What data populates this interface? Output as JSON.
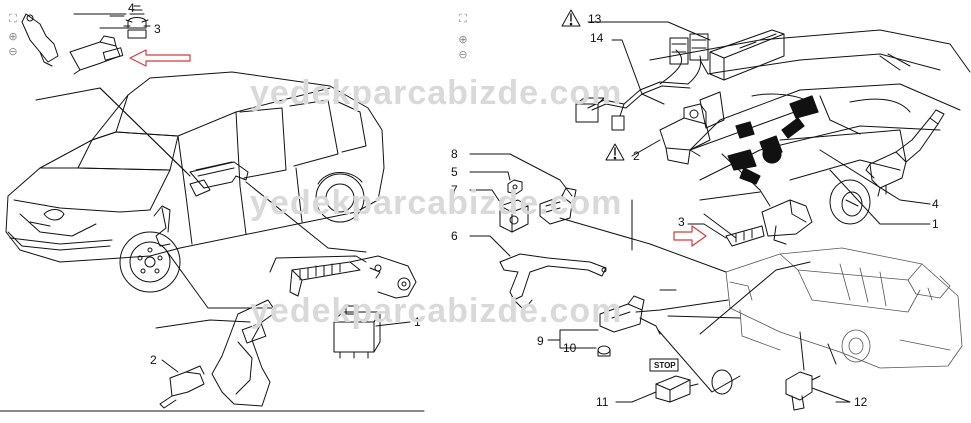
{
  "watermark": "yedekparcabizde.com",
  "viewer_controls": {
    "fit_icon": "fit-screen-icon",
    "zoom_in_icon": "zoom-in-icon",
    "zoom_out_icon": "zoom-out-icon"
  },
  "left_panel": {
    "callouts": {
      "n1": "1",
      "n2": "2",
      "n3": "3",
      "n4": "4"
    }
  },
  "right_panel": {
    "callouts": {
      "n1": "1",
      "n2": "2",
      "n3": "3",
      "n4": "4",
      "n5": "5",
      "n6": "6",
      "n7": "7",
      "n8": "8",
      "n9": "9",
      "n10": "10",
      "n11": "11",
      "n12": "12",
      "n13": "13",
      "n14": "14"
    },
    "stop_label": "STOP"
  },
  "colors": {
    "line": "#111111",
    "pointer_arrow": "#d63a3a",
    "watermark": "#d9d9d9"
  }
}
